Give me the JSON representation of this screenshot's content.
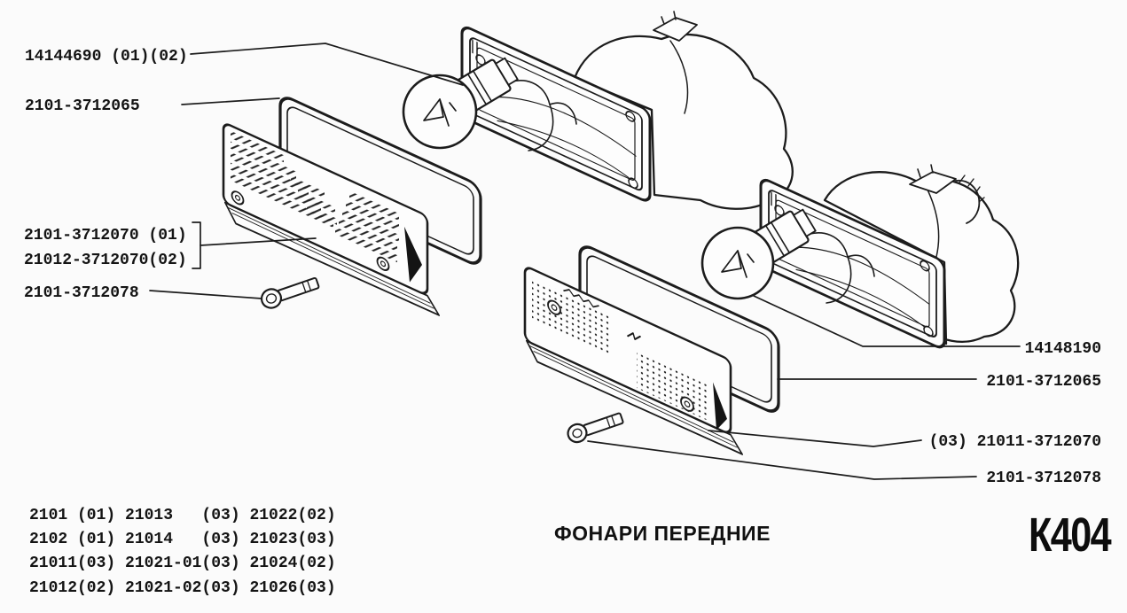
{
  "callouts": {
    "left": {
      "bulb": "14144690 (01)(02)",
      "gasket": "2101-3712065",
      "lens_variant_1": "2101-3712070 (01)",
      "lens_variant_2": "21012-3712070(02)",
      "screw": "2101-3712078"
    },
    "right": {
      "bulb": "14148190",
      "gasket": "2101-3712065",
      "lens": "(03) 21011-3712070",
      "screw": "2101-3712078"
    }
  },
  "applicability_table": {
    "rows": [
      "2101 (01) 21013   (03) 21022(02)",
      "2102 (01) 21014   (03) 21023(03)",
      "21011(03) 21021-01(03) 21024(02)",
      "21012(02) 21021-02(03) 21026(03)"
    ]
  },
  "footer": {
    "caption": "ФОНАРИ ПЕРЕДНИЕ",
    "page_code": "К404"
  }
}
